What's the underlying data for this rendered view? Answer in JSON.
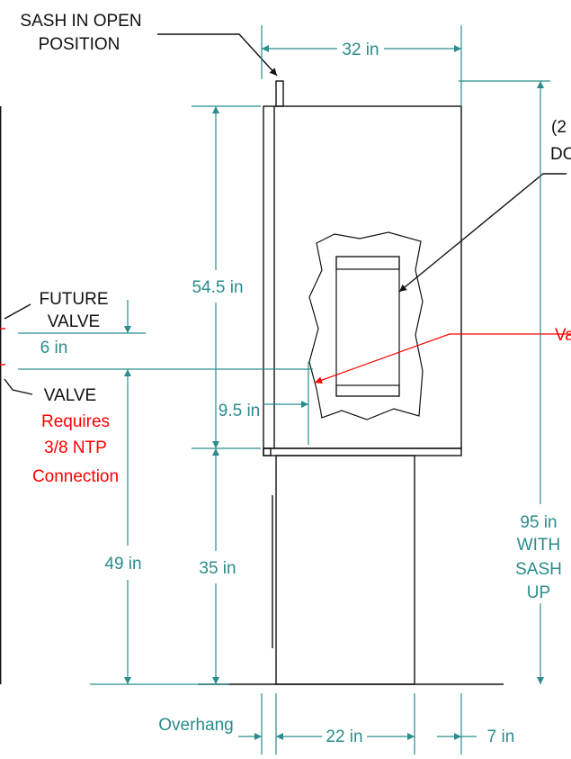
{
  "labels": {
    "sash_open_line1": "SASH IN OPEN",
    "sash_open_line2": "POSITION",
    "future_valve_line1": "FUTURE",
    "future_valve_line2": "VALVE",
    "valve": "VALVE",
    "requires_line1": "Requires",
    "requires_line2": "3/8 NTP",
    "requires_line3": "Connection",
    "doors_partial_line1": "(2",
    "doors_partial_line2": "DO",
    "valve_partial": "Va",
    "overhang": "Overhang"
  },
  "dimensions": {
    "width_top": "32 in",
    "upper_height": "54.5 in",
    "valve_offset": "6 in",
    "valve_inset": "9.5 in",
    "valve_height": "49 in",
    "base_height": "35 in",
    "total_line1": "95 in",
    "total_line2": "WITH",
    "total_line3": "SASH",
    "total_line4": "UP",
    "base_width": "22 in",
    "overhang_width": "7 in"
  },
  "colors": {
    "dimension": "#2a8c8c",
    "line": "#111111",
    "callout": "#ff0000"
  }
}
